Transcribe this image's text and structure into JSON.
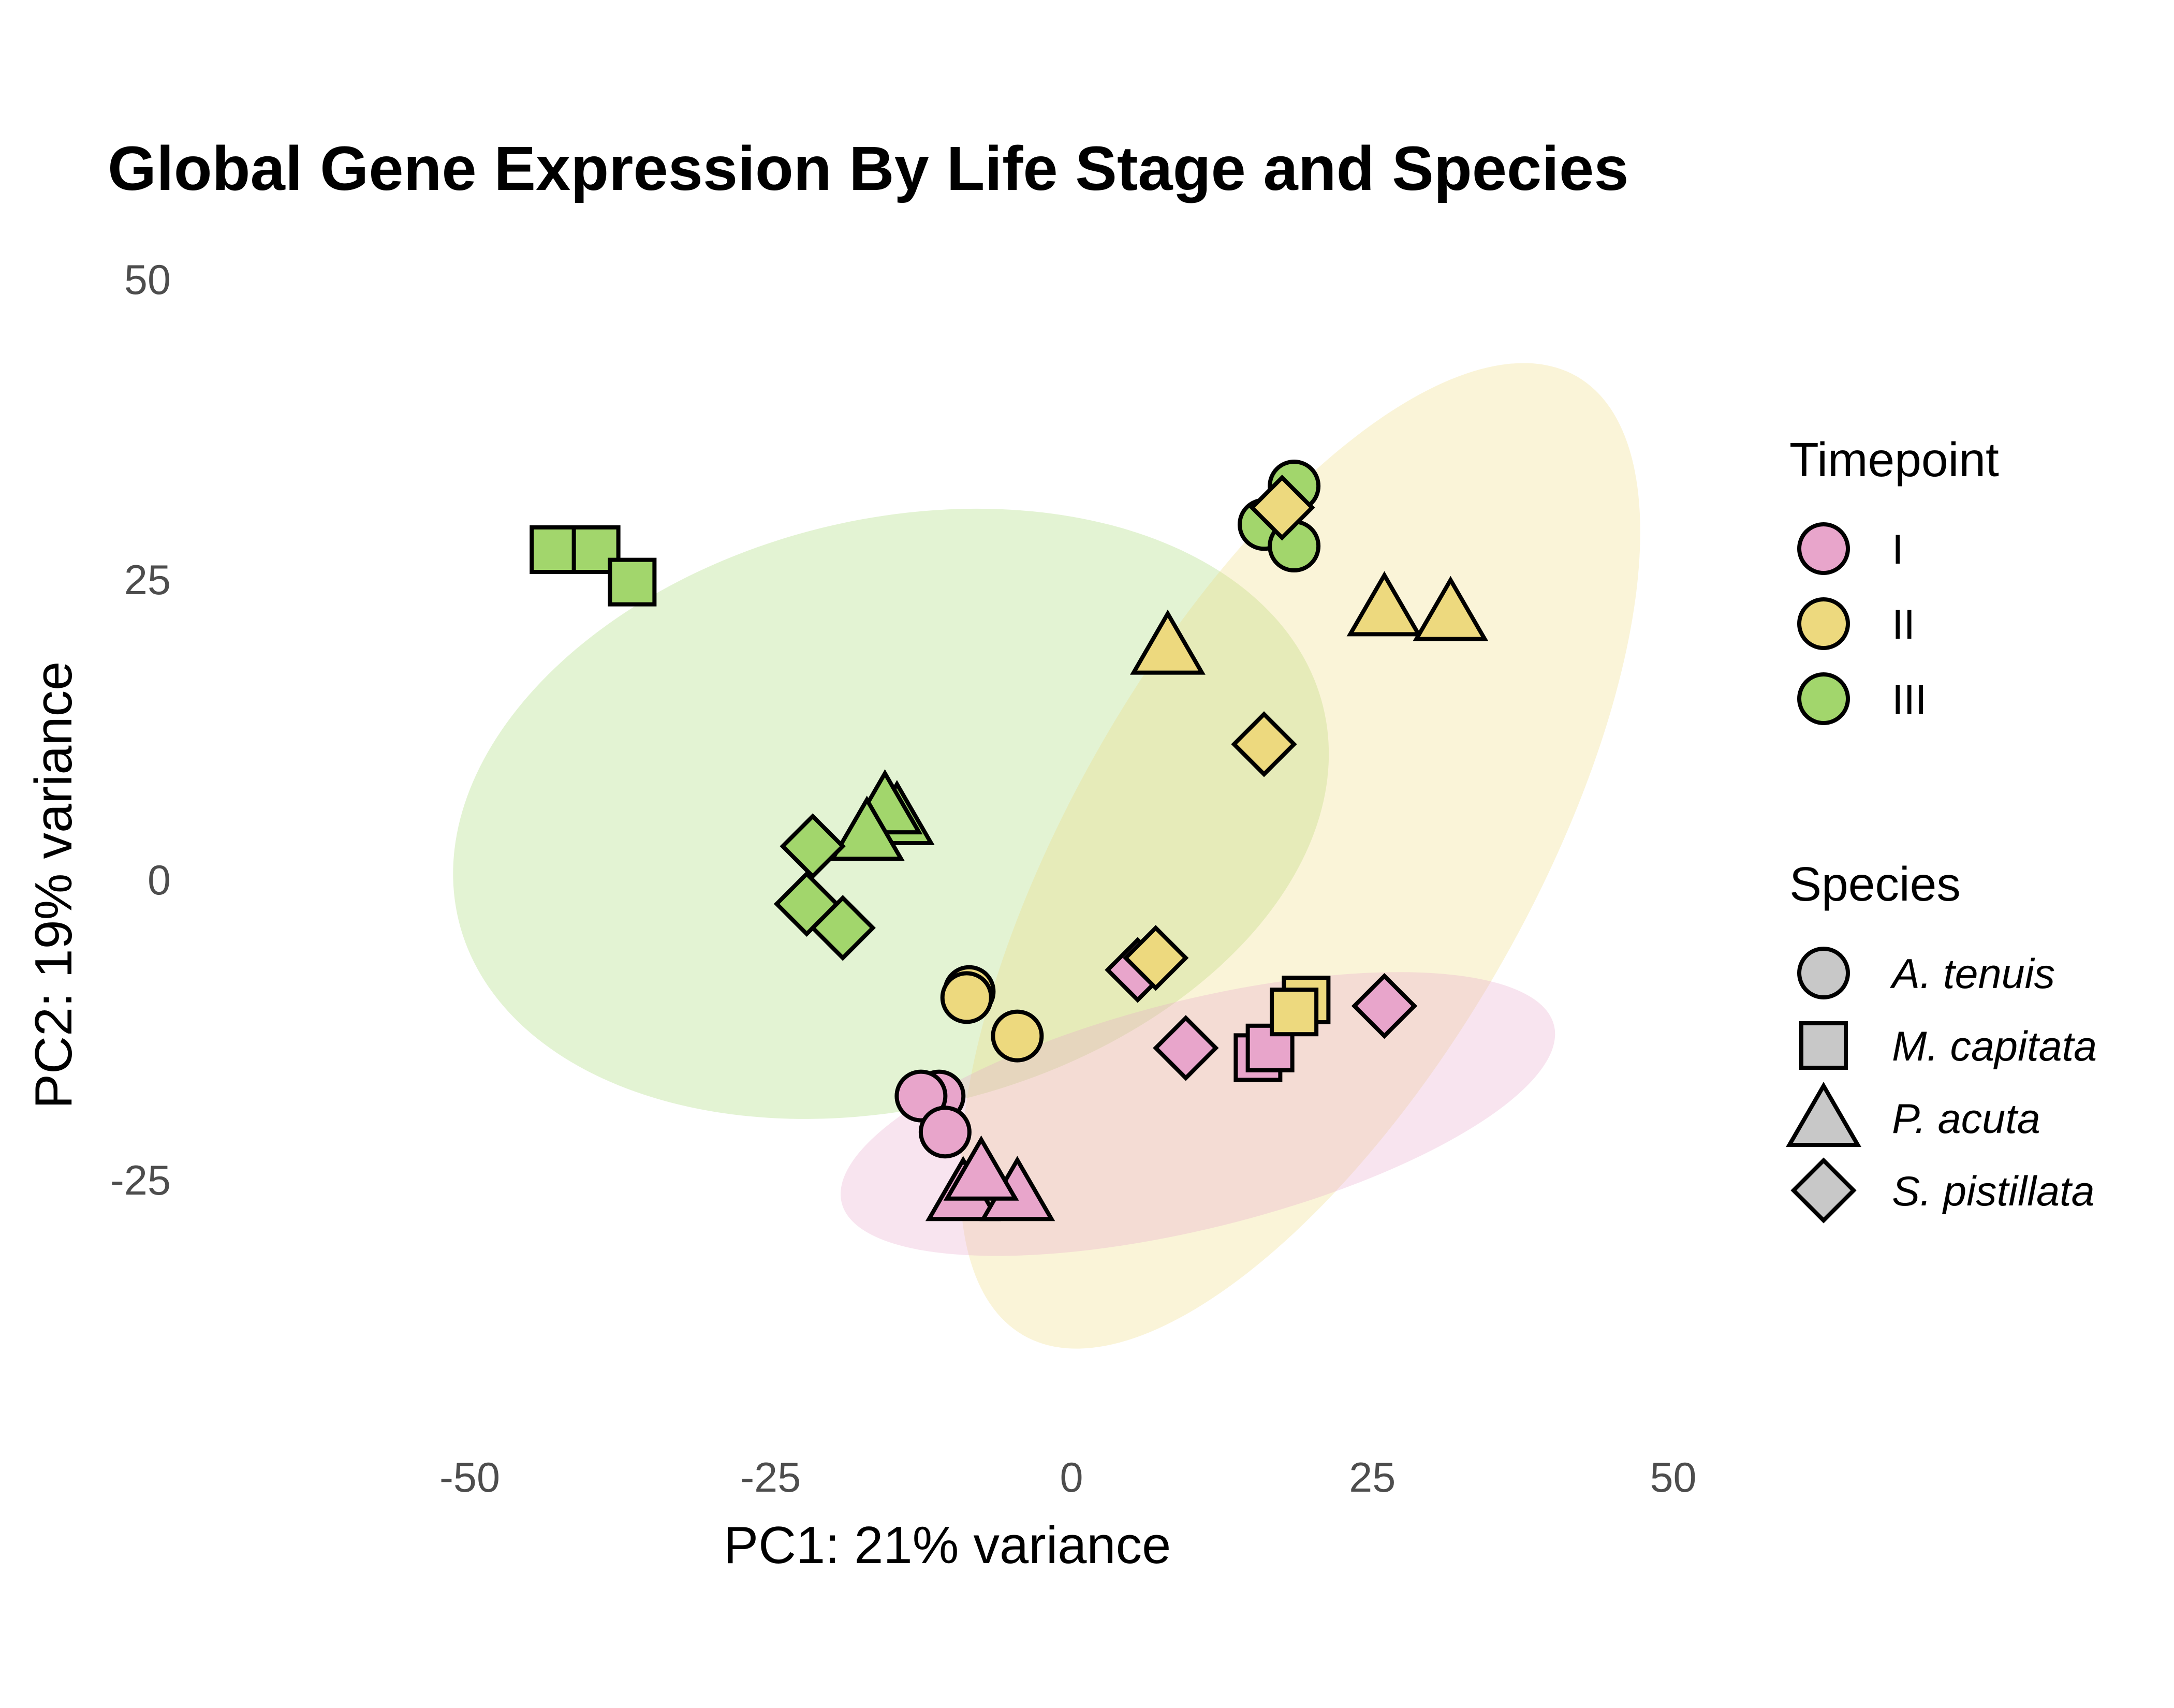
{
  "chart_data": {
    "type": "scatter",
    "title": "Global Gene Expression By Life Stage and Species",
    "xlabel": "PC1: 21% variance",
    "ylabel": "PC2: 19% variance",
    "xlim": [
      -50,
      50
    ],
    "ylim": [
      -50,
      50
    ],
    "x_ticks": [
      "-50",
      "-25",
      "0",
      "25",
      "50"
    ],
    "y_ticks": [
      "50",
      "25",
      "0",
      "-25"
    ],
    "grid": false,
    "legend_position": "right",
    "timepoint_legend": {
      "title": "Timepoint",
      "items": [
        {
          "label": "I",
          "color": "#E8A5CB"
        },
        {
          "label": "II",
          "color": "#EDD97E"
        },
        {
          "label": "III",
          "color": "#A2D66C"
        }
      ]
    },
    "species_legend": {
      "title": "Species",
      "items": [
        {
          "label": "A. tenuis",
          "shape": "circle"
        },
        {
          "label": "M. capitata",
          "shape": "square"
        },
        {
          "label": "P. acuta",
          "shape": "triangle"
        },
        {
          "label": "S. pistillata",
          "shape": "diamond"
        }
      ]
    },
    "ellipses": [
      {
        "timepoint": "III",
        "color": "#A2D66C",
        "opacity": 0.3,
        "center": [
          -15,
          5.5
        ],
        "semi_axes": [
          37,
          24.5
        ],
        "angle_deg": 14
      },
      {
        "timepoint": "II",
        "color": "#EDD97E",
        "opacity": 0.3,
        "center": [
          19,
          2
        ],
        "semi_axes": [
          46,
          19
        ],
        "angle_deg": 60
      },
      {
        "timepoint": "I",
        "color": "#E8A5CB",
        "opacity": 0.3,
        "center": [
          10.5,
          -19.5
        ],
        "semi_axes": [
          30.5,
          9.5
        ],
        "angle_deg": 14
      }
    ],
    "points": [
      {
        "timepoint": "III",
        "species": "square",
        "x": -43,
        "y": 27.5
      },
      {
        "timepoint": "III",
        "species": "square",
        "x": -39.5,
        "y": 27.5
      },
      {
        "timepoint": "III",
        "species": "square",
        "x": -36.5,
        "y": 24.8
      },
      {
        "timepoint": "III",
        "species": "triangle",
        "x": -14.5,
        "y": 5.3
      },
      {
        "timepoint": "III",
        "species": "triangle",
        "x": -15.5,
        "y": 6.2
      },
      {
        "timepoint": "III",
        "species": "triangle",
        "x": -17,
        "y": 4
      },
      {
        "timepoint": "III",
        "species": "diamond",
        "x": -21.5,
        "y": 2.8
      },
      {
        "timepoint": "III",
        "species": "diamond",
        "x": -22,
        "y": -2
      },
      {
        "timepoint": "III",
        "species": "diamond",
        "x": -19,
        "y": -4
      },
      {
        "timepoint": "III",
        "species": "circle",
        "x": 18.5,
        "y": 32.8
      },
      {
        "timepoint": "III",
        "species": "circle",
        "x": 16,
        "y": 29.6
      },
      {
        "timepoint": "III",
        "species": "circle",
        "x": 18.5,
        "y": 27.8
      },
      {
        "timepoint": "II",
        "species": "diamond",
        "x": 17.5,
        "y": 31
      },
      {
        "timepoint": "II",
        "species": "triangle",
        "x": 26,
        "y": 22.7
      },
      {
        "timepoint": "II",
        "species": "triangle",
        "x": 31.5,
        "y": 22.3
      },
      {
        "timepoint": "II",
        "species": "triangle",
        "x": 8,
        "y": 19.5
      },
      {
        "timepoint": "II",
        "species": "diamond",
        "x": 16,
        "y": 11.3
      },
      {
        "timepoint": "I",
        "species": "diamond",
        "x": 5.5,
        "y": -7.5
      },
      {
        "timepoint": "II",
        "species": "diamond",
        "x": 7,
        "y": -6.5
      },
      {
        "timepoint": "II",
        "species": "circle",
        "x": -8.5,
        "y": -9.3
      },
      {
        "timepoint": "II",
        "species": "circle",
        "x": -8.7,
        "y": -9.8
      },
      {
        "timepoint": "II",
        "species": "circle",
        "x": -4.5,
        "y": -13
      },
      {
        "timepoint": "I",
        "species": "square",
        "x": 15.5,
        "y": -14.8
      },
      {
        "timepoint": "I",
        "species": "square",
        "x": 16.5,
        "y": -14
      },
      {
        "timepoint": "II",
        "species": "square",
        "x": 19.5,
        "y": -10
      },
      {
        "timepoint": "II",
        "species": "square",
        "x": 18.5,
        "y": -11
      },
      {
        "timepoint": "I",
        "species": "diamond",
        "x": 9.5,
        "y": -14
      },
      {
        "timepoint": "I",
        "species": "diamond",
        "x": 26,
        "y": -10.5
      },
      {
        "timepoint": "I",
        "species": "circle",
        "x": -11,
        "y": -18
      },
      {
        "timepoint": "I",
        "species": "circle",
        "x": -12.5,
        "y": -18
      },
      {
        "timepoint": "I",
        "species": "circle",
        "x": -10.5,
        "y": -21
      },
      {
        "timepoint": "I",
        "species": "triangle",
        "x": -9,
        "y": -26
      },
      {
        "timepoint": "I",
        "species": "triangle",
        "x": -4.5,
        "y": -26
      },
      {
        "timepoint": "I",
        "species": "triangle",
        "x": -7.5,
        "y": -24.3
      }
    ]
  }
}
